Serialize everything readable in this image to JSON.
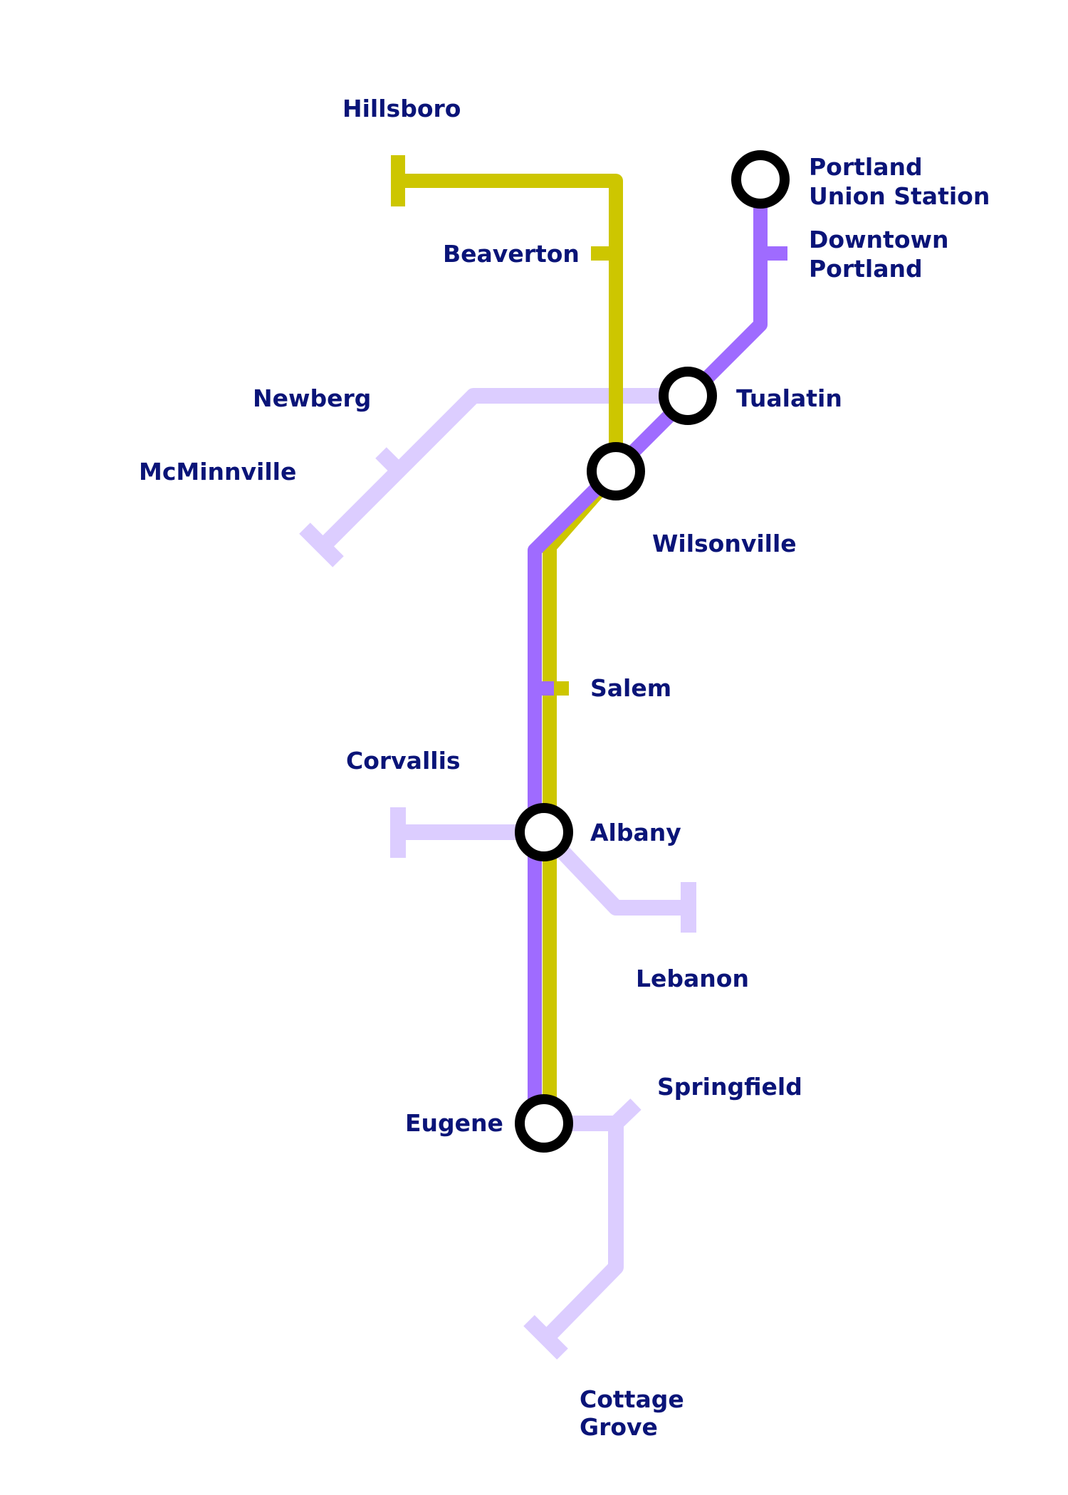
{
  "colors": {
    "yellow_line": "#cdc600",
    "purple_line": "#9f6bff",
    "light_line": "#dccdff",
    "station_ring": "#000000",
    "label_text": "#0a1478",
    "background": "#ffffff"
  },
  "lines": [
    {
      "id": "yellow",
      "color": "#cdc600",
      "stations": [
        "Hillsboro",
        "Beaverton",
        "Wilsonville",
        "Salem",
        "Albany",
        "Eugene"
      ]
    },
    {
      "id": "purple",
      "color": "#9f6bff",
      "stations": [
        "Portland Union Station",
        "Downtown Portland",
        "Tualatin",
        "Wilsonville",
        "Salem",
        "Albany",
        "Eugene"
      ]
    },
    {
      "id": "light-newberg",
      "color": "#dccdff",
      "stations": [
        "Tualatin",
        "Newberg",
        "McMinnville"
      ]
    },
    {
      "id": "light-corvallis",
      "color": "#dccdff",
      "stations": [
        "Albany",
        "Corvallis"
      ]
    },
    {
      "id": "light-lebanon",
      "color": "#dccdff",
      "stations": [
        "Albany",
        "Lebanon"
      ]
    },
    {
      "id": "light-springfield",
      "color": "#dccdff",
      "stations": [
        "Eugene",
        "Springfield",
        "Cottage Grove"
      ]
    }
  ],
  "stations": {
    "hillsboro": {
      "line1": "Hillsboro"
    },
    "beaverton": {
      "line1": "Beaverton"
    },
    "portland_union": {
      "line1": "Portland",
      "line2": "Union Station"
    },
    "downtown_portland": {
      "line1": "Downtown",
      "line2": "Portland"
    },
    "newberg": {
      "line1": "Newberg"
    },
    "mcminnville": {
      "line1": "McMinnville"
    },
    "tualatin": {
      "line1": "Tualatin"
    },
    "wilsonville": {
      "line1": "Wilsonville"
    },
    "salem": {
      "line1": "Salem"
    },
    "corvallis": {
      "line1": "Corvallis"
    },
    "albany": {
      "line1": "Albany"
    },
    "lebanon": {
      "line1": "Lebanon"
    },
    "springfield": {
      "line1": "Springfield"
    },
    "eugene": {
      "line1": "Eugene"
    },
    "cottage_grove": {
      "line1": "Cottage",
      "line2": "Grove"
    }
  }
}
